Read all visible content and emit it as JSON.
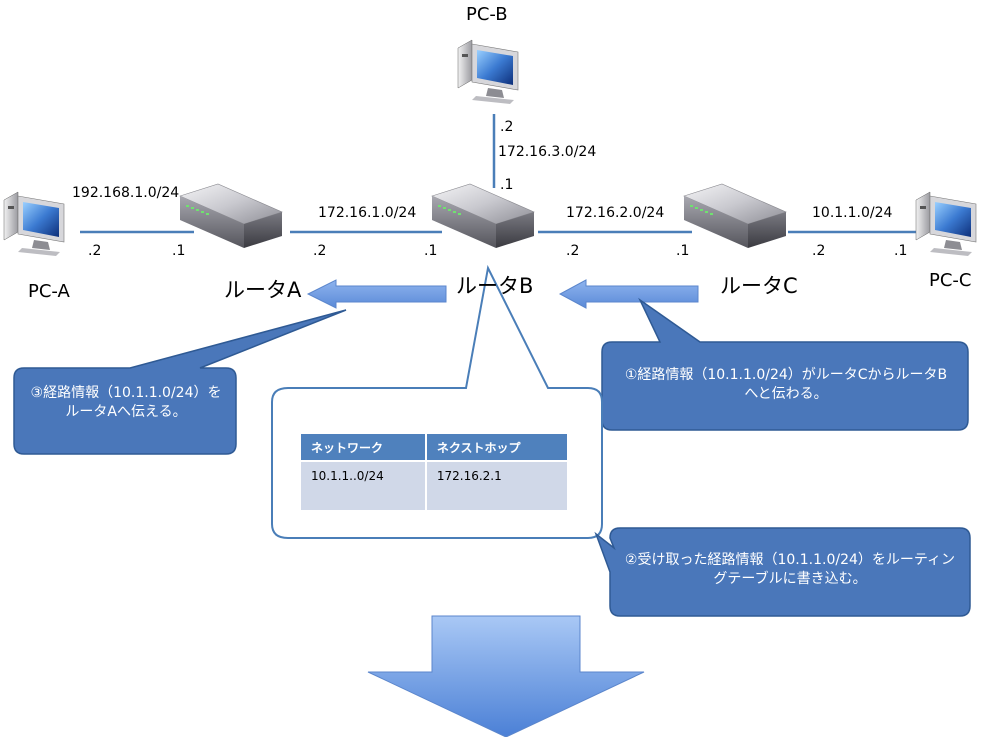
{
  "pcs": {
    "pc_a": "PC-A",
    "pc_b": "PC-B",
    "pc_c": "PC-C"
  },
  "routers": {
    "a": "ルータA",
    "b": "ルータB",
    "c": "ルータC"
  },
  "networks": {
    "net_a": "192.168.1.0/24",
    "net_ab": "172.16.1.0/24",
    "net_b": "172.16.3.0/24",
    "net_bc": "172.16.2.0/24",
    "net_c": "10.1.1.0/24"
  },
  "host_ids": {
    "pca": ".2",
    "ra_left": ".1",
    "ra_right": ".2",
    "rb_left": ".1",
    "rb_right": ".2",
    "rb_top": ".1",
    "pcb": ".2",
    "rc_left": ".1",
    "rc_right": ".2",
    "pcc": ".1"
  },
  "callouts": {
    "step1": "①経路情報（10.1.1.0/24）がルータCからルータBへと伝わる。",
    "step2": "②受け取った経路情報（10.1.1.0/24）をルーティングテーブルに書き込む。",
    "step3": "③経路情報（10.1.1.0/24）をルータAへ伝える。"
  },
  "routing_table": {
    "headers": [
      "ネットワーク",
      "ネクストホップ"
    ],
    "rows": [
      [
        "10.1.1..0/24",
        "172.16.2.1"
      ]
    ]
  },
  "colors": {
    "callout_fill": "#4a77ba",
    "callout_border": "#2f5a94",
    "arrow_fill": "#6d9be0",
    "line": "#4a7eb8",
    "table_header": "#4f81bd",
    "table_cell": "#d0d8e8"
  }
}
